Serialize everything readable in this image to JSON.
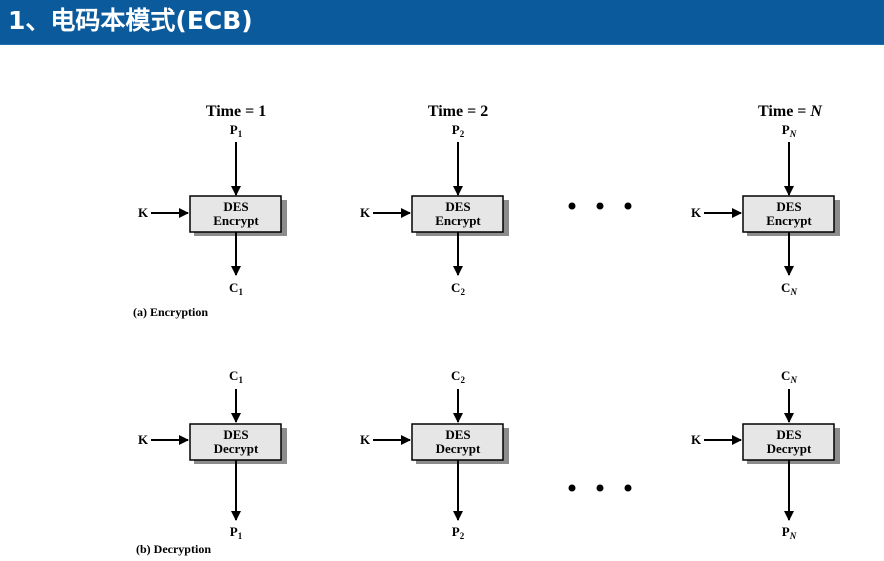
{
  "slide": {
    "title": "1、电码本模式(ECB)"
  },
  "colors": {
    "title_bar": "#0b5a9c",
    "title_text": "#ffffff",
    "box_fill": "#e6e6e6",
    "box_shadow": "#8c8c8c",
    "line": "#000000"
  },
  "time_labels": {
    "t1": "Time = 1",
    "t2": "Time = 2",
    "tn_prefix": "Time = ",
    "tn_var": "N"
  },
  "encryption": {
    "caption": "(a) Encryption",
    "key_label": "K",
    "box_line1": "DES",
    "box_line2": "Encrypt",
    "inputs": [
      {
        "letter": "P",
        "sub": "1"
      },
      {
        "letter": "P",
        "sub": "2"
      },
      {
        "letter": "P",
        "sub": "N"
      }
    ],
    "outputs": [
      {
        "letter": "C",
        "sub": "1"
      },
      {
        "letter": "C",
        "sub": "2"
      },
      {
        "letter": "C",
        "sub": "N"
      }
    ]
  },
  "decryption": {
    "caption": "(b) Decryption",
    "key_label": "K",
    "box_line1": "DES",
    "box_line2": "Decrypt",
    "inputs": [
      {
        "letter": "C",
        "sub": "1"
      },
      {
        "letter": "C",
        "sub": "2"
      },
      {
        "letter": "C",
        "sub": "N"
      }
    ],
    "outputs": [
      {
        "letter": "P",
        "sub": "1"
      },
      {
        "letter": "P",
        "sub": "2"
      },
      {
        "letter": "P",
        "sub": "N"
      }
    ]
  },
  "ellipsis_icon": "three-dots-icon"
}
